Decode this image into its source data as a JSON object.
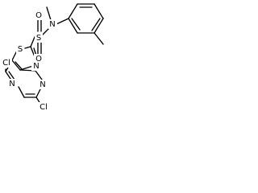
{
  "atom_labels": {
    "sulfur_ring": "S",
    "sulfur_sulfonyl": "S",
    "oxygen_top": "O",
    "oxygen_bottom": "O",
    "nitrogen_sulfonamide": "N",
    "nitrogen_thiazole": "N",
    "nitrogen_pyrimidine_left": "N",
    "nitrogen_pyrimidine_bottom": "N",
    "chlorine_top": "Cl",
    "chlorine_bottom": "Cl"
  },
  "colors": {
    "bond": "#000000",
    "label": "#000000",
    "background": "#ffffff"
  }
}
